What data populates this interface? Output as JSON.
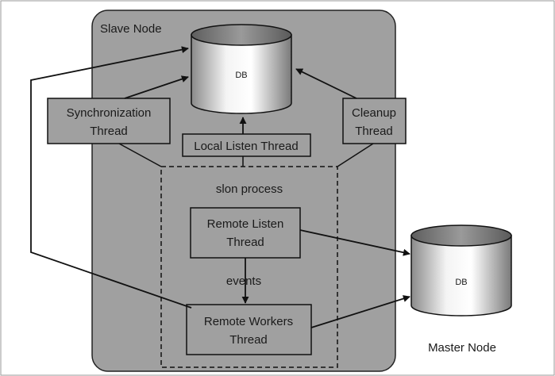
{
  "diagram": {
    "slave_node_label": "Slave Node",
    "master_node_label": "Master Node",
    "slave_db_label": "DB",
    "master_db_label": "DB",
    "sync_thread_line1": "Synchronization",
    "sync_thread_line2": "Thread",
    "cleanup_thread_line1": "Cleanup",
    "cleanup_thread_line2": "Thread",
    "local_listen_label": "Local Listen Thread",
    "slon_process_label": "slon process",
    "remote_listen_line1": "Remote Listen",
    "remote_listen_line2": "Thread",
    "events_label": "events",
    "remote_workers_line1": "Remote Workers",
    "remote_workers_line2": "Thread"
  }
}
